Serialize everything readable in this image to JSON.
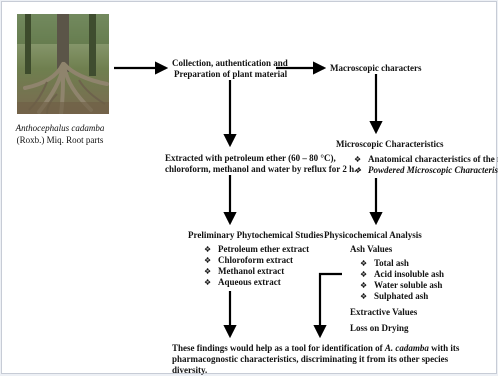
{
  "plant": {
    "name": "Anthocephalus cadamba",
    "authority": "(Roxb.) Miq. Root parts"
  },
  "collection": {
    "line1": "Collection, authentication and",
    "line2": "Preparation of plant material"
  },
  "macroscopic": "Macroscopic characters",
  "extraction": {
    "line1": "Extracted with petroleum ether (60 – 80 °C),",
    "line2": "chloroform, methanol and water by reflux for 2 h."
  },
  "microscopic": {
    "title": "Microscopic Characteristics",
    "items": [
      "Anatomical characteristics of the root",
      "Powdered Microscopic Characteristics"
    ]
  },
  "phytochemical": {
    "title": "Preliminary Phytochemical Studies",
    "items": [
      "Petroleum ether extract",
      "Chloroform extract",
      "Methanol extract",
      "Aqueous extract"
    ]
  },
  "physicochemical": {
    "title": "Physicochemical Analysis",
    "ash_title": "Ash Values",
    "ash_items": [
      "Total ash",
      "Acid insoluble ash",
      "Water soluble ash",
      "Sulphated ash"
    ],
    "extractive": "Extractive Values",
    "drying": "Loss on Drying"
  },
  "conclusion": {
    "line1_pre": "These findings would help as a tool for identification of ",
    "line1_species": "A. cadamba",
    "line1_post": " with its",
    "line2": "pharmacognostic characteristics, discriminating it from its other species",
    "line3": "diversity."
  }
}
